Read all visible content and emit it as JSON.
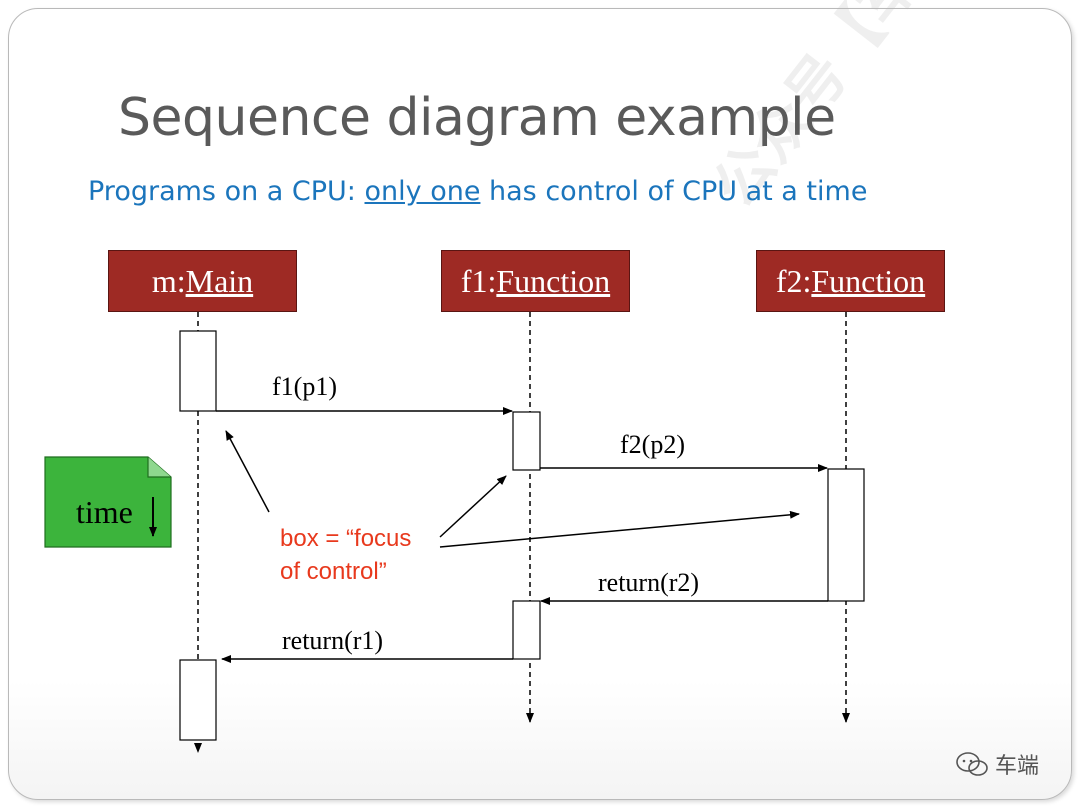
{
  "slide": {
    "title": "Sequence diagram example",
    "subtitle_pre": "Programs on a CPU: ",
    "subtitle_underlined": "only one",
    "subtitle_post": " has control of CPU at a time"
  },
  "lifelines": [
    {
      "prefix": "m: ",
      "name": "Main"
    },
    {
      "prefix": "f1: ",
      "name": "Function"
    },
    {
      "prefix": "f2: ",
      "name": "Function"
    }
  ],
  "messages": {
    "call_f1": "f1(p1)",
    "call_f2": "f2(p2)",
    "return_r2": "return(r2)",
    "return_r1": "return(r1)"
  },
  "annotation": {
    "line1": "box = “focus",
    "line2": "of control”"
  },
  "time_note": {
    "label": "time",
    "color": "#3cb43c"
  },
  "watermark": {
    "diagonal": "公众号【车端】",
    "brand": "车端"
  },
  "colors": {
    "lifeline_head": "#9e2a24",
    "subtitle": "#1b75bc",
    "annotation": "#e8391d",
    "title": "#5a5a5a"
  }
}
